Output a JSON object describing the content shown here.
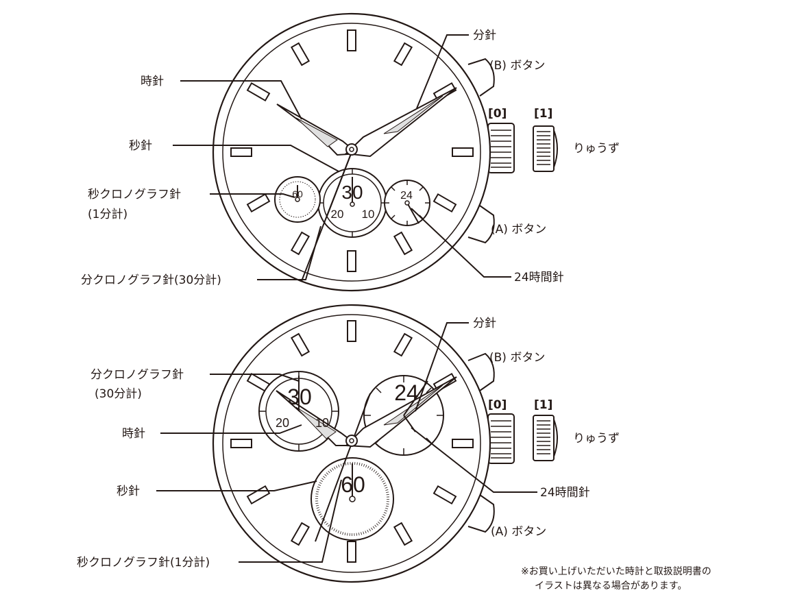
{
  "top": {
    "labels": {
      "minute_hand": "分針",
      "b_button": "(B) ボタン",
      "hour_hand": "時針",
      "pos0": "[0]",
      "pos1": "[1]",
      "crown": "りゅうず",
      "second_hand": "秒針",
      "chrono_sec_line1": "秒クロノグラフ針",
      "chrono_sec_line2": "(1分計)",
      "a_button": "(A) ボタン",
      "chrono_min": "分クロノグラフ針(30分計)",
      "hand24": "24時間針"
    },
    "dial": {
      "sub_center_30": "30",
      "sub_center_20": "20",
      "sub_center_10": "10",
      "sub_left_60": "60",
      "sub_right_24": "24"
    }
  },
  "bottom": {
    "labels": {
      "minute_hand": "分針",
      "b_button": "(B) ボタン",
      "chrono_min_line1": "分クロノグラフ針",
      "chrono_min_line2": "(30分計)",
      "pos0": "[0]",
      "pos1": "[1]",
      "crown": "りゅうず",
      "hour_hand": "時針",
      "hand24": "24時間針",
      "second_hand": "秒針",
      "a_button": "(A) ボタン",
      "chrono_sec": "秒クロノグラフ針(1分計)"
    },
    "dial": {
      "sub_left_30": "30",
      "sub_left_20": "20",
      "sub_left_10": "10",
      "sub_right_24": "24",
      "sub_bottom_60": "60"
    }
  },
  "note": {
    "line1": "※お買い上げいただいた時計と取扱説明書の",
    "line2": "イラストは異なる場合があります。"
  }
}
